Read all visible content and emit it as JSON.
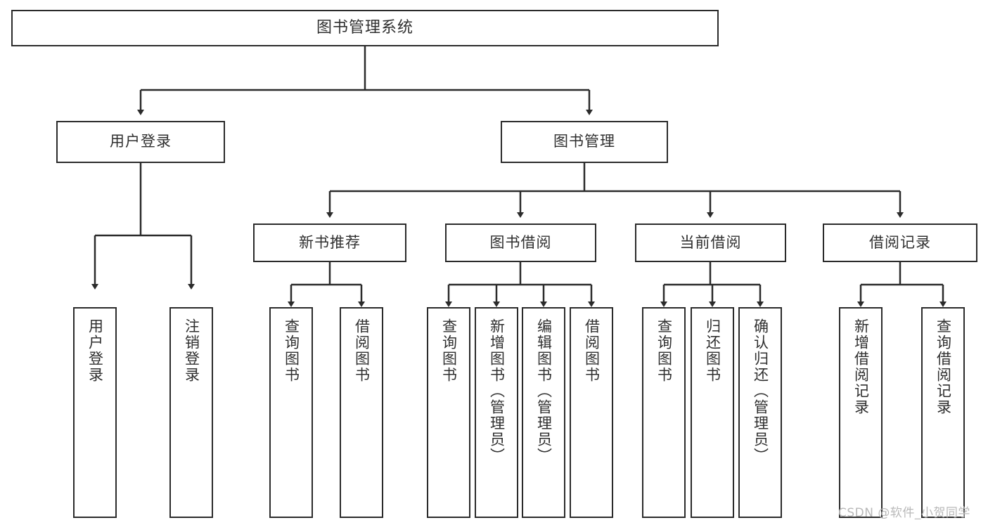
{
  "diagram": {
    "type": "tree-hierarchy",
    "title": "图书管理系统",
    "root": {
      "label": "图书管理系统"
    },
    "level2": [
      {
        "id": "user-login",
        "label": "用户登录"
      },
      {
        "id": "book-manage",
        "label": "图书管理"
      }
    ],
    "level3": [
      {
        "id": "new-book-recommend",
        "label": "新书推荐"
      },
      {
        "id": "book-borrow",
        "label": "图书借阅"
      },
      {
        "id": "current-borrow",
        "label": "当前借阅"
      },
      {
        "id": "borrow-record",
        "label": "借阅记录"
      }
    ],
    "leaves": [
      {
        "id": "leaf-user-login",
        "parent": "user-login",
        "label": "用户登录"
      },
      {
        "id": "leaf-logout-login",
        "parent": "user-login",
        "label": "注销登录"
      },
      {
        "id": "leaf-query-book-1",
        "parent": "new-book-recommend",
        "label": "查询图书"
      },
      {
        "id": "leaf-borrow-book-1",
        "parent": "new-book-recommend",
        "label": "借阅图书"
      },
      {
        "id": "leaf-query-book-2",
        "parent": "book-borrow",
        "label": "查询图书"
      },
      {
        "id": "leaf-add-book",
        "parent": "book-borrow",
        "label": "新增图书（管理员）"
      },
      {
        "id": "leaf-edit-book",
        "parent": "book-borrow",
        "label": "编辑图书（管理员）"
      },
      {
        "id": "leaf-borrow-book-2",
        "parent": "book-borrow",
        "label": "借阅图书"
      },
      {
        "id": "leaf-query-book-3",
        "parent": "current-borrow",
        "label": "查询图书"
      },
      {
        "id": "leaf-return-book",
        "parent": "current-borrow",
        "label": "归还图书"
      },
      {
        "id": "leaf-confirm-return",
        "parent": "current-borrow",
        "label": "确认归还（管理员）"
      },
      {
        "id": "leaf-add-record",
        "parent": "borrow-record",
        "label": "新增借阅记录"
      },
      {
        "id": "leaf-query-record",
        "parent": "borrow-record",
        "label": "查询借阅记录"
      }
    ]
  },
  "watermark": {
    "text": "CSDN @软件_小贺同学"
  },
  "colors": {
    "border": "#2b2b2b",
    "text": "#2f2f2f",
    "background": "#ffffff",
    "watermark": "#b9b9b9"
  }
}
